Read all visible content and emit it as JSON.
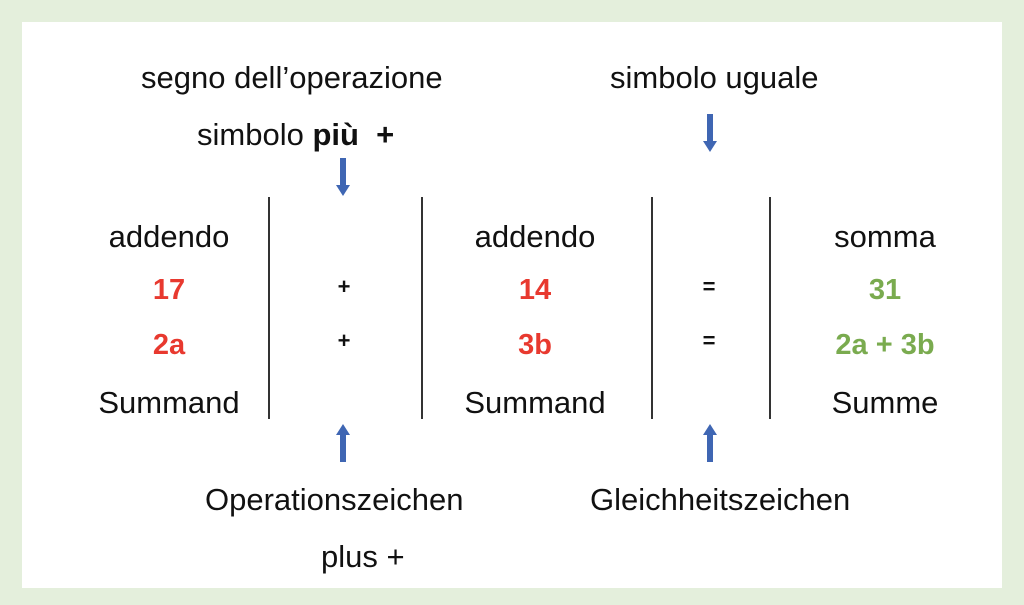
{
  "top": {
    "operation_sign": "segno dell’operazione",
    "plus_symbol_prefix": "simbolo ",
    "plus_symbol_bold": "più",
    "plus_symbol_sign": "+",
    "equal_symbol": "simbolo uguale"
  },
  "columns": {
    "addend1": {
      "header": "addendo",
      "values": [
        "17",
        "2a"
      ],
      "footer": "Summand"
    },
    "operator": {
      "values": [
        "+",
        "+"
      ]
    },
    "addend2": {
      "header": "addendo",
      "values": [
        "14",
        "3b"
      ],
      "footer": "Summand"
    },
    "equals": {
      "values": [
        "=",
        "="
      ]
    },
    "sum": {
      "header": "somma",
      "values": [
        "31",
        "2a + 3b"
      ],
      "footer": "Summe"
    }
  },
  "bottom": {
    "operation_sign_de": "Operationszeichen",
    "plus_de": "plus +",
    "equal_sign_de": "Gleichheitszeichen"
  },
  "colors": {
    "addend_values": "#e8392f",
    "sum_values": "#7aab4f",
    "arrows": "#3f66b3",
    "background": "#e4efdc"
  }
}
